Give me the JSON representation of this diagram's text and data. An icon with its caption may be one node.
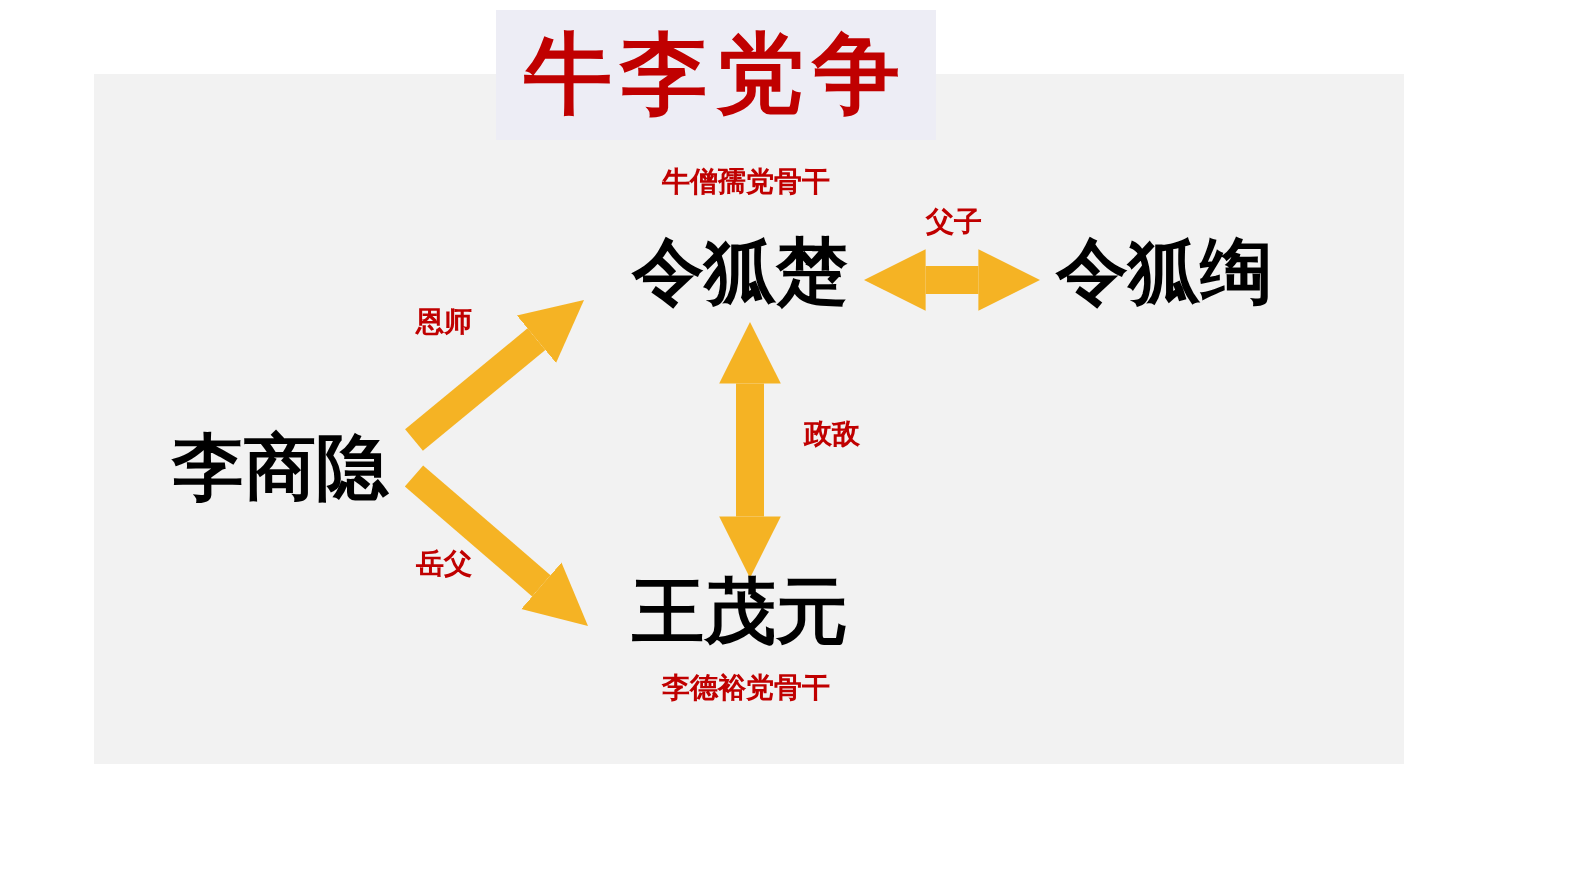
{
  "diagram": {
    "title": "牛李党争",
    "nodes": [
      {
        "text": [
          "李商隐"
        ]
      },
      {
        "text": [
          "令狐楚"
        ],
        "beside": [
          "牛僧孺党骨干"
        ]
      },
      {
        "text": [
          "令狐绹"
        ]
      },
      {
        "text": [
          "王茂元"
        ],
        "beside": [
          "李德裕党骨干"
        ]
      }
    ],
    "edges": [
      {
        "from": 0,
        "to": 1,
        "arrow": "to",
        "label": "恩师"
      },
      {
        "from": 0,
        "to": 3,
        "arrow": "to",
        "label": "岳父"
      },
      {
        "from": 1,
        "to": 2,
        "arrow": "both",
        "label": "父子"
      },
      {
        "from": 1,
        "to": 3,
        "arrow": "both",
        "label": "政敌"
      }
    ]
  }
}
